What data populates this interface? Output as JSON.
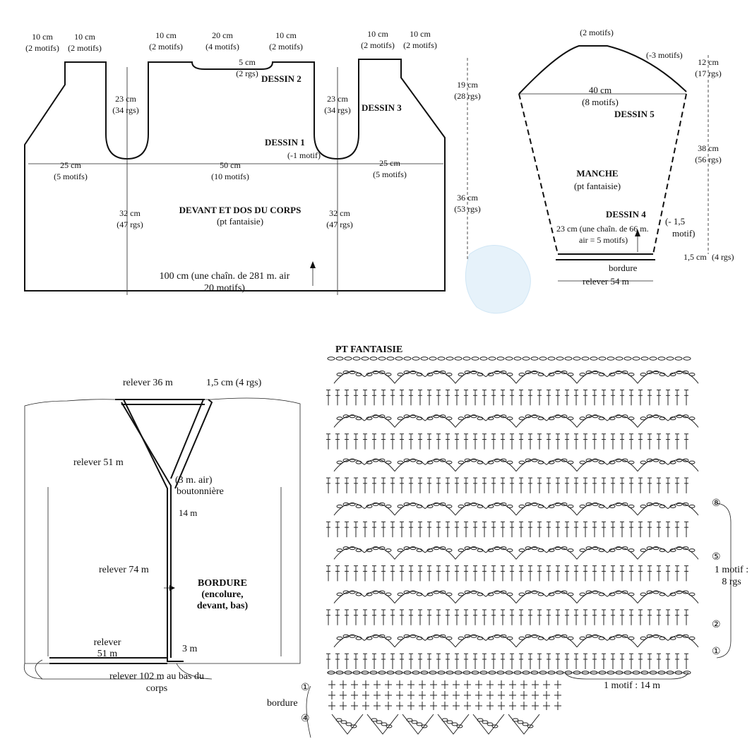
{
  "body_panel": {
    "dims_top": [
      "10 cm",
      "(2 motifs)",
      "10 cm",
      "(2 motifs)",
      "10 cm",
      "(2 motifs)",
      "20 cm",
      "(4 motifs)",
      "10 cm",
      "(2 motifs)",
      "10 cm",
      "(2 motifs)",
      "10 cm",
      "(2 motifs)"
    ],
    "collar": [
      "5 cm",
      "(2 rgs)"
    ],
    "dessin2": "DESSIN 2",
    "dessin3": "DESSIN 3",
    "dessin1": "DESSIN 1",
    "dessin1_note": "(-1 motif)",
    "armhole_left": [
      "23 cm",
      "(34 rgs)"
    ],
    "armhole_right": [
      "23 cm",
      "(34 rgs)"
    ],
    "side_height": [
      "19 cm",
      "(28 rgs)"
    ],
    "body_height": [
      "36 cm",
      "(53 rgs)"
    ],
    "width_left": [
      "25 cm",
      "(5 motifs)"
    ],
    "width_mid": [
      "50 cm",
      "(10 motifs)"
    ],
    "width_right": [
      "25 cm",
      "(5 motifs)"
    ],
    "title": "DEVANT ET DOS DU CORPS",
    "subtitle": "(pt fantaisie)",
    "lower_left": [
      "32 cm",
      "(47 rgs)"
    ],
    "lower_right": [
      "32 cm",
      "(47 rgs)"
    ],
    "bottom_line1": "100 cm (une chaîn. de 281 m. air",
    "bottom_line2": "20  motifs)"
  },
  "sleeve": {
    "top": "(2 motifs)",
    "decrease": "(-3 motifs)",
    "cap_height": [
      "12 cm",
      "(17 rgs)"
    ],
    "width": [
      "40 cm",
      "(8 motifs)"
    ],
    "dessin5": "DESSIN 5",
    "length": [
      "38 cm",
      "(56 rgs)"
    ],
    "title": "MANCHE",
    "subtitle": "(pt fantaisie)",
    "dessin4": "DESSIN 4",
    "dessin4_note": [
      "(- 1,5",
      "motif)"
    ],
    "bottom_note": [
      "23 cm (une chaîn. de 66 m.",
      "air  = 5 motifs)"
    ],
    "bordure": "bordure",
    "cuff": "1,5 cm",
    "cuff_rgs": "(4 rgs)",
    "relever": "relever 54 m"
  },
  "border": {
    "relever_36": "relever 36 m",
    "cm_1_5": "1,5 cm (4 rgs)",
    "relever_51_top": "relever 51 m",
    "air": "(3 m. air)",
    "boutonniere": "boutonnière",
    "m14": "14 m",
    "relever_74": "relever 74 m",
    "title": [
      "BORDURE",
      "(encolure,",
      "devant, bas)"
    ],
    "relever_51_bottom": [
      "relever",
      "51 m"
    ],
    "m3": "3 m",
    "relever_102": [
      "relever 102 m au bas du",
      "corps"
    ]
  },
  "stitch_chart": {
    "title": "PT FANTAISIE",
    "row_labels": [
      "⑧",
      "⑤",
      "②",
      "①"
    ],
    "motif": [
      "1 motif :",
      "8 rgs"
    ],
    "motif_width": "1 motif : 14 m",
    "bordure": "bordure",
    "bordure_rows": [
      "①",
      "④"
    ]
  }
}
